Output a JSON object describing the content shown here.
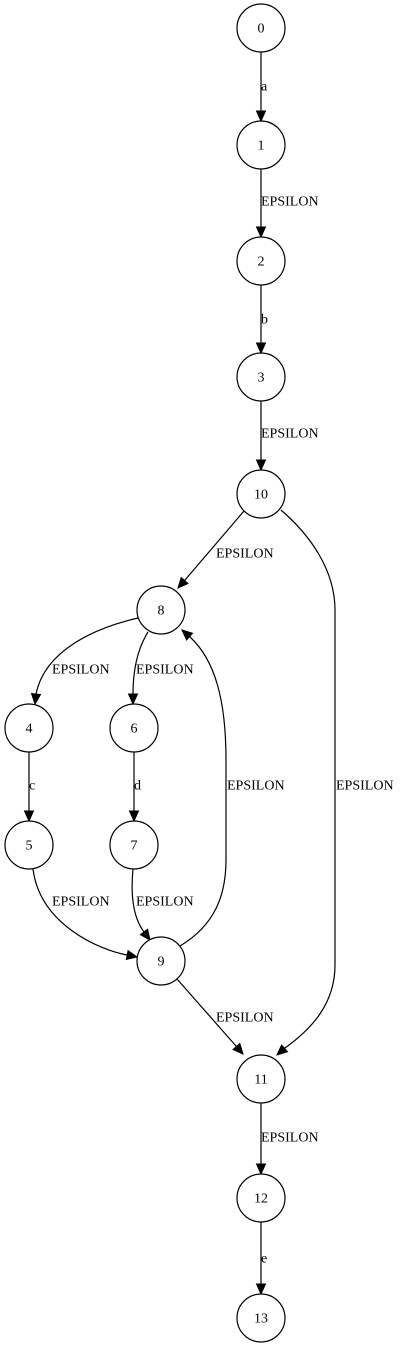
{
  "graph": {
    "nodes": [
      {
        "id": "n0",
        "label": "0"
      },
      {
        "id": "n1",
        "label": "1"
      },
      {
        "id": "n2",
        "label": "2"
      },
      {
        "id": "n3",
        "label": "3"
      },
      {
        "id": "n10",
        "label": "10"
      },
      {
        "id": "n8",
        "label": "8"
      },
      {
        "id": "n4",
        "label": "4"
      },
      {
        "id": "n6",
        "label": "6"
      },
      {
        "id": "n5",
        "label": "5"
      },
      {
        "id": "n7",
        "label": "7"
      },
      {
        "id": "n9",
        "label": "9"
      },
      {
        "id": "n11",
        "label": "11"
      },
      {
        "id": "n12",
        "label": "12"
      },
      {
        "id": "n13",
        "label": "13"
      }
    ],
    "edges": [
      {
        "id": "e0_1",
        "from": "0",
        "to": "1",
        "label": "a"
      },
      {
        "id": "e1_2",
        "from": "1",
        "to": "2",
        "label": "EPSILON"
      },
      {
        "id": "e2_3",
        "from": "2",
        "to": "3",
        "label": "b"
      },
      {
        "id": "e3_10",
        "from": "3",
        "to": "10",
        "label": "EPSILON"
      },
      {
        "id": "e10_8",
        "from": "10",
        "to": "8",
        "label": "EPSILON"
      },
      {
        "id": "e10_11",
        "from": "10",
        "to": "11",
        "label": "EPSILON"
      },
      {
        "id": "e8_4",
        "from": "8",
        "to": "4",
        "label": "EPSILON"
      },
      {
        "id": "e8_6",
        "from": "8",
        "to": "6",
        "label": "EPSILON"
      },
      {
        "id": "e4_5",
        "from": "4",
        "to": "5",
        "label": "c"
      },
      {
        "id": "e6_7",
        "from": "6",
        "to": "7",
        "label": "d"
      },
      {
        "id": "e5_9",
        "from": "5",
        "to": "9",
        "label": "EPSILON"
      },
      {
        "id": "e7_9",
        "from": "7",
        "to": "9",
        "label": "EPSILON"
      },
      {
        "id": "e9_8",
        "from": "9",
        "to": "8",
        "label": "EPSILON"
      },
      {
        "id": "e9_11",
        "from": "9",
        "to": "11",
        "label": "EPSILON"
      },
      {
        "id": "e11_12",
        "from": "11",
        "to": "12",
        "label": "EPSILON"
      },
      {
        "id": "e12_13",
        "from": "12",
        "to": "13",
        "label": "e"
      }
    ]
  }
}
